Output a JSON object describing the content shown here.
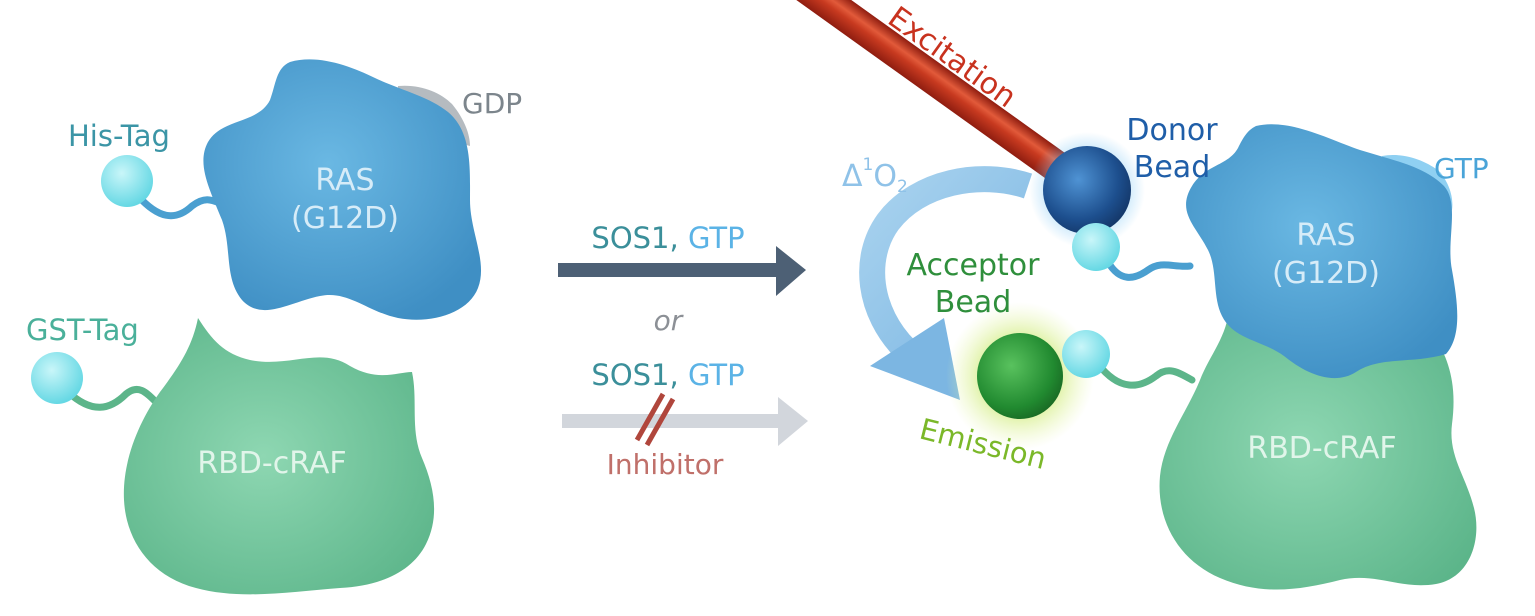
{
  "left_panel": {
    "ras_label_line1": "RAS",
    "ras_label_line2": "(G12D)",
    "gdp_label": "GDP",
    "his_tag_label": "His-Tag",
    "gst_tag_label": "GST-Tag",
    "rbd_label": "RBD-cRAF"
  },
  "middle": {
    "top_reagent_sos1": "SOS1",
    "top_reagent_comma": ", ",
    "top_reagent_gtp": "GTP",
    "or_label": "or",
    "bottom_reagent_sos1": "SOS1",
    "bottom_reagent_comma": ", ",
    "bottom_reagent_gtp": "GTP",
    "inhibitor_label": "Inhibitor"
  },
  "right_panel": {
    "excitation_label": "Excitation",
    "singlet_oxygen_delta": "Δ",
    "singlet_oxygen_sup": "1",
    "singlet_oxygen_O": "O",
    "singlet_oxygen_sub": "2",
    "donor_bead_line1": "Donor",
    "donor_bead_line2": "Bead",
    "acceptor_bead_line1": "Acceptor",
    "acceptor_bead_line2": "Bead",
    "emission_label": "Emission",
    "gtp_label": "GTP",
    "ras_label_line1": "RAS",
    "ras_label_line2": "(G12D)",
    "rbd_label": "RBD-cRAF"
  },
  "colors": {
    "ras_blue": "#4a9fd0",
    "rbd_green": "#6cc49a",
    "tag_cyan": "#7fe3ec",
    "gdp_gray": "#aeb4ba",
    "gtp_light_blue": "#7cc7f0",
    "dark_arrow": "#4d6075",
    "light_arrow": "#d2d6dc",
    "inhibitor_red": "#b35a52",
    "laser_red": "#c8321e",
    "donor_blue": "#1f5ea8",
    "acceptor_green": "#2f9b3c",
    "emission_green": "#7bb829",
    "reagent_teal": "#3b8f9a"
  }
}
